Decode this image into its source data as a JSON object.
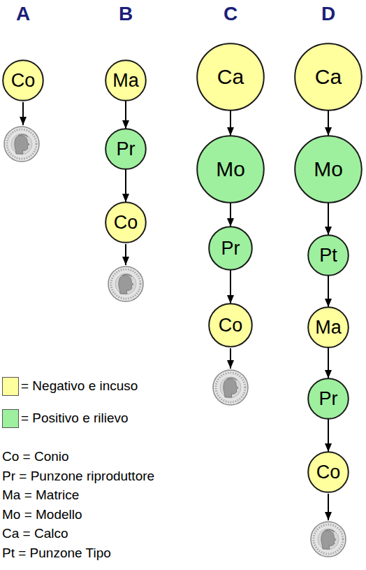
{
  "diagram": {
    "nodes": [
      {
        "text": [
          "Co"
        ]
      },
      {
        "text": [
          "Ma"
        ]
      },
      {
        "text": [
          "Pr"
        ]
      },
      {
        "text": [
          "Co"
        ]
      },
      {
        "text": [
          "Ca"
        ]
      },
      {
        "text": [
          "Mo"
        ]
      },
      {
        "text": [
          "Pr"
        ]
      },
      {
        "text": [
          "Co"
        ]
      },
      {
        "text": [
          "Ca"
        ]
      },
      {
        "text": [
          "Mo"
        ]
      },
      {
        "text": [
          "Pt"
        ]
      },
      {
        "text": [
          "Ma"
        ]
      },
      {
        "text": [
          "Pr"
        ]
      },
      {
        "text": [
          "Co"
        ]
      }
    ],
    "edges": [
      {
        "from": 1,
        "to": 2,
        "arrow": "to"
      },
      {
        "from": 2,
        "to": 3,
        "arrow": "to"
      },
      {
        "from": 4,
        "to": 5,
        "arrow": "to"
      },
      {
        "from": 5,
        "to": 6,
        "arrow": "to"
      },
      {
        "from": 6,
        "to": 7,
        "arrow": "to"
      },
      {
        "from": 8,
        "to": 9,
        "arrow": "to"
      },
      {
        "from": 9,
        "to": 10,
        "arrow": "to"
      },
      {
        "from": 10,
        "to": 11,
        "arrow": "to"
      },
      {
        "from": 11,
        "to": 12,
        "arrow": "to"
      },
      {
        "from": 12,
        "to": 13,
        "arrow": "to"
      }
    ],
    "labels": [
      "A",
      "B",
      "C",
      "D",
      "Co = Conio",
      "Pr = Punzone riproduttore",
      "Ma = Matrice",
      "Mo = Modello",
      "Ca = Calco",
      "Pt = Punzone Tipo"
    ],
    "legend": [
      {
        "text": "= Negativo e incuso",
        "color": "#ffff9e"
      },
      {
        "text": "= Positivo e rilievo",
        "color": "#9ef09e"
      }
    ]
  }
}
